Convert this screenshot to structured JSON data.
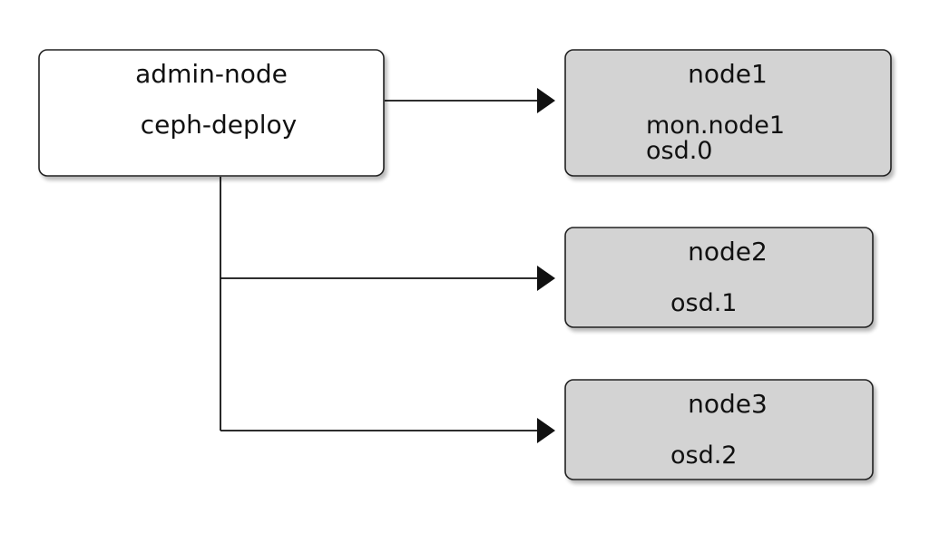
{
  "colors": {
    "admin_fill": "#ffffff",
    "node_fill": "#d3d3d3",
    "shadow": "#c8c8c8",
    "stroke": "#222222"
  },
  "admin": {
    "title": "admin-node",
    "tool": "ceph-deploy"
  },
  "nodes": [
    {
      "title": "node1",
      "lines": [
        "mon.node1",
        "osd.0"
      ]
    },
    {
      "title": "node2",
      "lines": [
        "osd.1"
      ]
    },
    {
      "title": "node3",
      "lines": [
        "osd.2"
      ]
    }
  ]
}
